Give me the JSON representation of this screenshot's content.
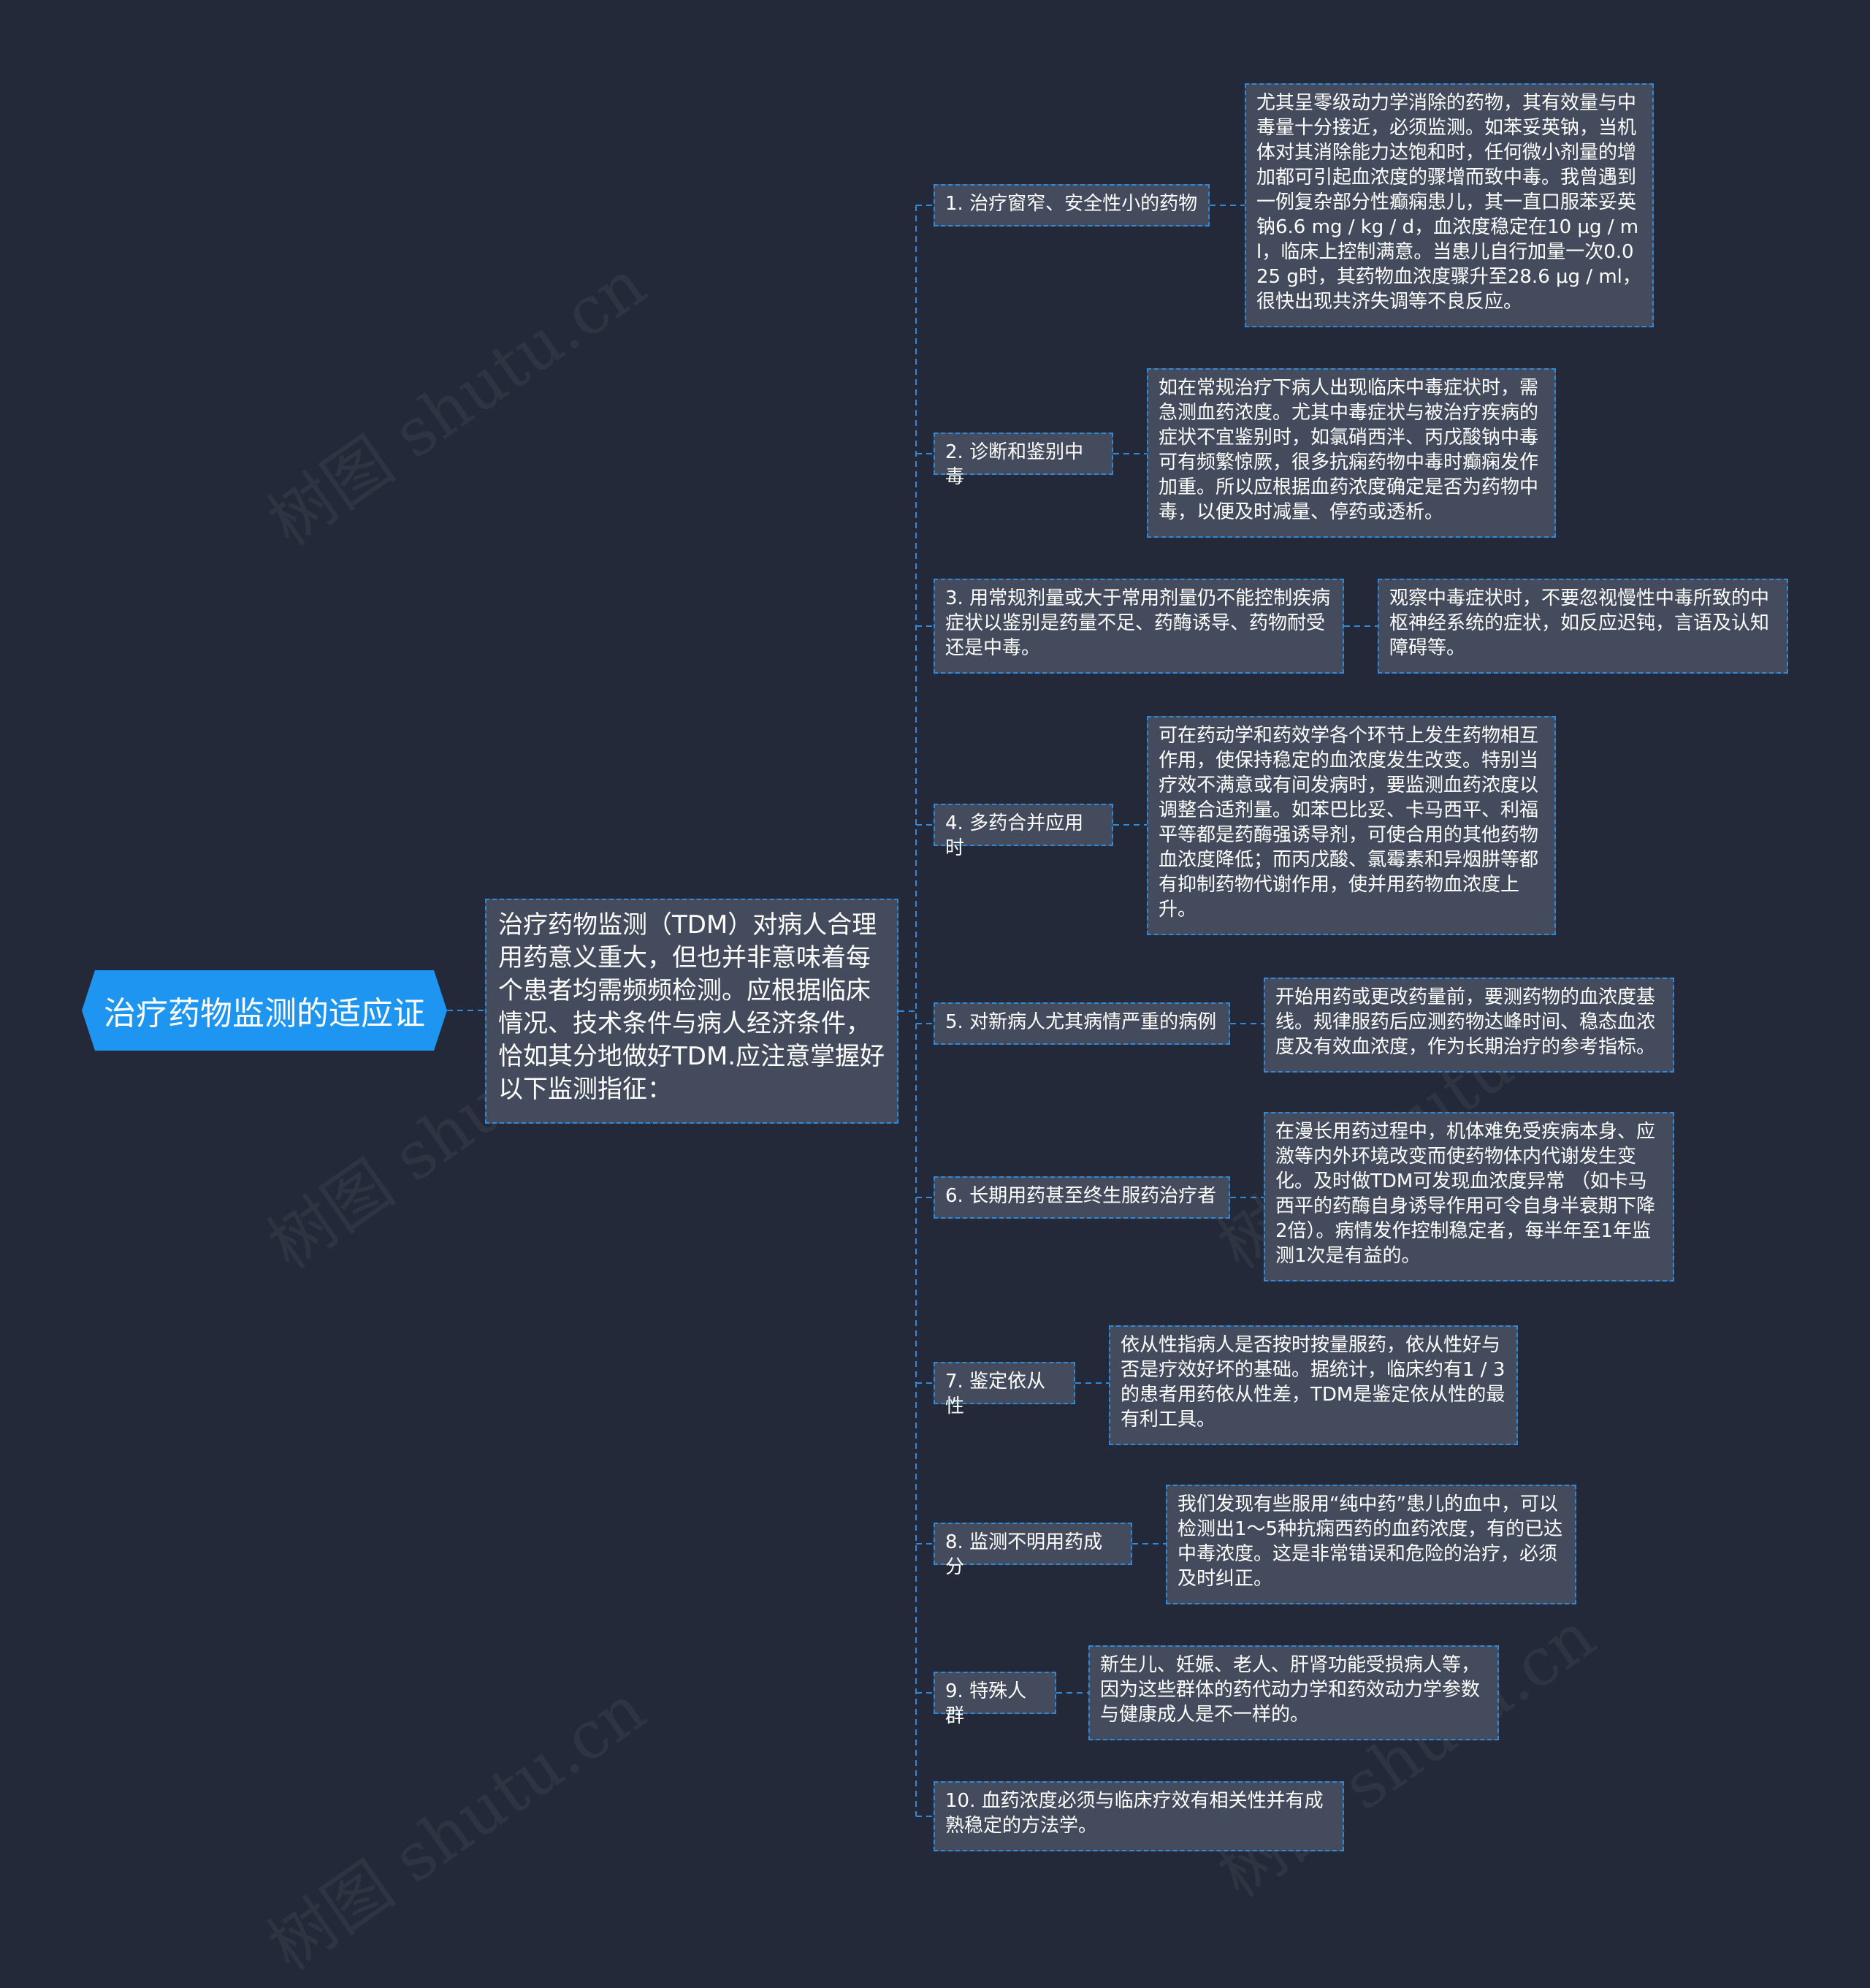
{
  "root": {
    "title": "治疗药物监测的适应证"
  },
  "center": {
    "text": "治疗药物监测（TDM）对病人合理用药意义重大，但也并非意味着每个患者均需频频检测。应根据临床情况、技术条件与病人经济条件，恰如其分地做好TDM.应注意掌握好以下监测指征："
  },
  "branches": [
    {
      "label": "1. 治疗窗窄、安全性小的药物",
      "detail": "尤其呈零级动力学消除的药物，其有效量与中毒量十分接近，必须监测。如苯妥英钠，当机体对其消除能力达饱和时，任何微小剂量的增加都可引起血浓度的骤增而致中毒。我曾遇到一例复杂部分性癫痫患儿，其一直口服苯妥英钠6.6 mg / kg / d，血浓度稳定在10 μg / ml，临床上控制满意。当患儿自行加量一次0.025 g时，其药物血浓度骤升至28.6 μg / ml，很快出现共济失调等不良反应。"
    },
    {
      "label": "2. 诊断和鉴别中毒",
      "detail": "如在常规治疗下病人出现临床中毒症状时，需急测血药浓度。尤其中毒症状与被治疗疾病的症状不宜鉴别时，如氯硝西泮、丙戊酸钠中毒可有频繁惊厥，很多抗痫药物中毒时癫痫发作加重。所以应根据血药浓度确定是否为药物中毒，以便及时减量、停药或透析。"
    },
    {
      "label": "3. 用常规剂量或大于常用剂量仍不能控制疾病症状以鉴别是药量不足、药酶诱导、药物耐受还是中毒。",
      "detail": "观察中毒症状时，不要忽视慢性中毒所致的中枢神经系统的症状，如反应迟钝，言语及认知障碍等。"
    },
    {
      "label": "4. 多药合并应用时",
      "detail": "可在药动学和药效学各个环节上发生药物相互作用，使保持稳定的血浓度发生改变。特别当疗效不满意或有间发病时，要监测血药浓度以调整合适剂量。如苯巴比妥、卡马西平、利福平等都是药酶强诱导剂，可使合用的其他药物血浓度降低；而丙戊酸、氯霉素和异烟肼等都有抑制药物代谢作用，使并用药物血浓度上升。"
    },
    {
      "label": "5. 对新病人尤其病情严重的病例",
      "detail": "开始用药或更改药量前，要测药物的血浓度基线。规律服药后应测药物达峰时间、稳态血浓度及有效血浓度，作为长期治疗的参考指标。"
    },
    {
      "label": "6. 长期用药甚至终生服药治疗者",
      "detail": "在漫长用药过程中，机体难免受疾病本身、应激等内外环境改变而使药物体内代谢发生变化。及时做TDM可发现血浓度异常 （如卡马西平的药酶自身诱导作用可令自身半衰期下降2倍）。病情发作控制稳定者，每半年至1年监测1次是有益的。"
    },
    {
      "label": "7. 鉴定依从性",
      "detail": "依从性指病人是否按时按量服药，依从性好与否是疗效好坏的基础。据统计，临床约有1 / 3的患者用药依从性差，TDM是鉴定依从性的最有利工具。"
    },
    {
      "label": "8. 监测不明用药成分",
      "detail": "我们发现有些服用“纯中药”患儿的血中，可以检测出1～5种抗痫西药的血药浓度，有的已达中毒浓度。这是非常错误和危险的治疗，必须及时纠正。"
    },
    {
      "label": "9. 特殊人群",
      "detail": "新生儿、妊娠、老人、肝肾功能受损病人等，因为这些群体的药代动力学和药效动力学参数与健康成人是不一样的。"
    },
    {
      "label": "10. 血药浓度必须与临床疗效有相关性并有成熟稳定的方法学。",
      "detail": ""
    }
  ],
  "watermark": "树图 shutu.cn",
  "colors": {
    "background": "#232938",
    "root": "#1e95f0",
    "node": "#434b5c",
    "border": "#2f8bd9",
    "text": "#ffffff"
  }
}
